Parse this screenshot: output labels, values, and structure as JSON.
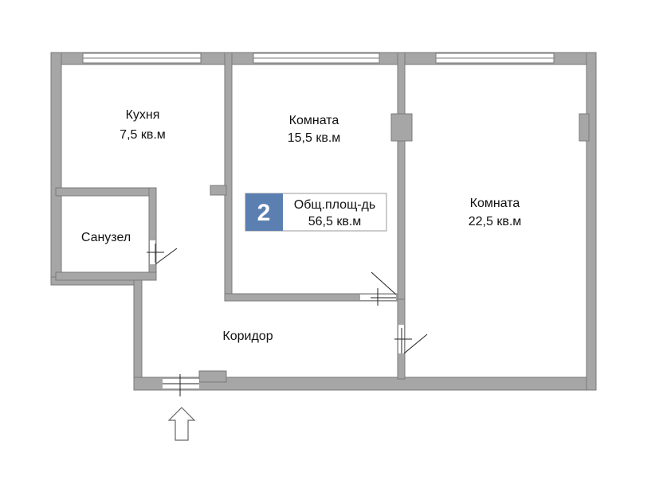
{
  "plan": {
    "wall_color": "#a6a6a6",
    "wall_edge_color": "#7a7a7a",
    "badge_color": "#5b7fb1",
    "rooms": {
      "kitchen": {
        "name": "Кухня",
        "area": "7,5 кв.м"
      },
      "bathroom": {
        "name": "Санузел"
      },
      "room_middle": {
        "name": "Комната",
        "area": "15,5 кв.м"
      },
      "room_right": {
        "name": "Комната",
        "area": "22,5 кв.м"
      },
      "corridor": {
        "name": "Коридор"
      }
    },
    "summary": {
      "rooms_count": "2",
      "total_label": "Общ.площ-дь",
      "total_area": "56,5 кв.м"
    },
    "entrance_icon": "up-arrow-icon"
  }
}
